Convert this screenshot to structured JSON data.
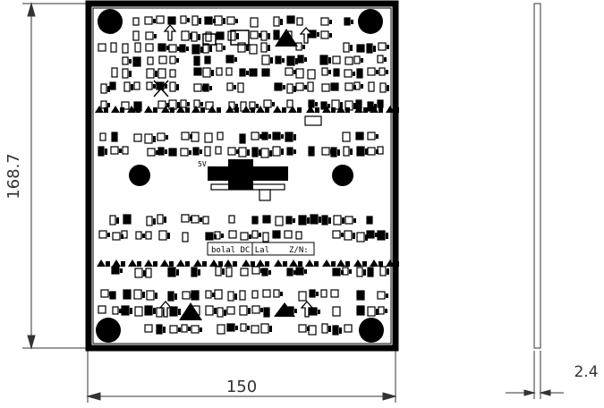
{
  "drawing": {
    "dimensions": {
      "height": "168.7",
      "width": "150",
      "thickness": "2.4"
    },
    "silkscreen": {
      "voltage_label": "5V",
      "panel_label": "bolal  DC  Lal",
      "panel_code": "Z/N:"
    },
    "colors": {
      "board_outline": "#000000",
      "dimension_line": "#333333"
    }
  }
}
